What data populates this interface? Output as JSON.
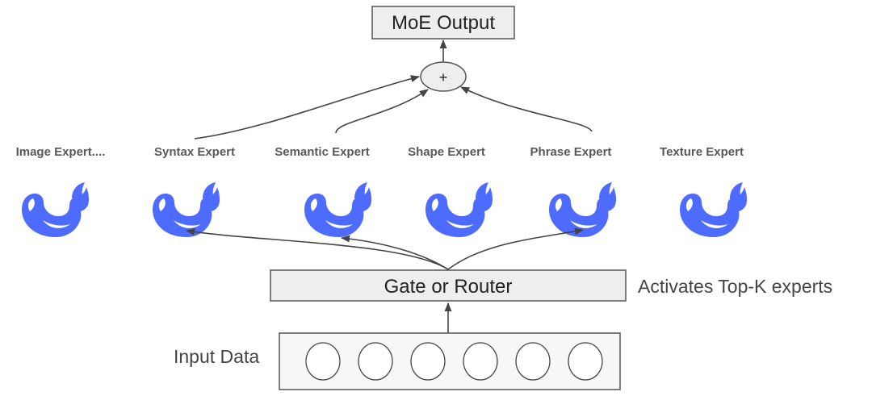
{
  "output_label": "MoE Output",
  "sum_symbol": "+",
  "router_label": "Gate or Router",
  "router_note": "Activates Top-K experts",
  "input_label": "Input Data",
  "input_tokens": 6,
  "experts": [
    {
      "label": "Image Expert...."
    },
    {
      "label": "Syntax Expert"
    },
    {
      "label": "Semantic Expert"
    },
    {
      "label": "Shape Expert"
    },
    {
      "label": "Phrase Expert"
    },
    {
      "label": "Texture Expert"
    }
  ],
  "activated_experts": [
    "Syntax Expert",
    "Semantic Expert",
    "Phrase Expert"
  ],
  "colors": {
    "expert_icon": "#4d6bfe",
    "box_fill": "#eeeeee",
    "box_stroke": "#555555",
    "arrow": "#444444"
  },
  "icons": {
    "expert": "whale-icon"
  }
}
